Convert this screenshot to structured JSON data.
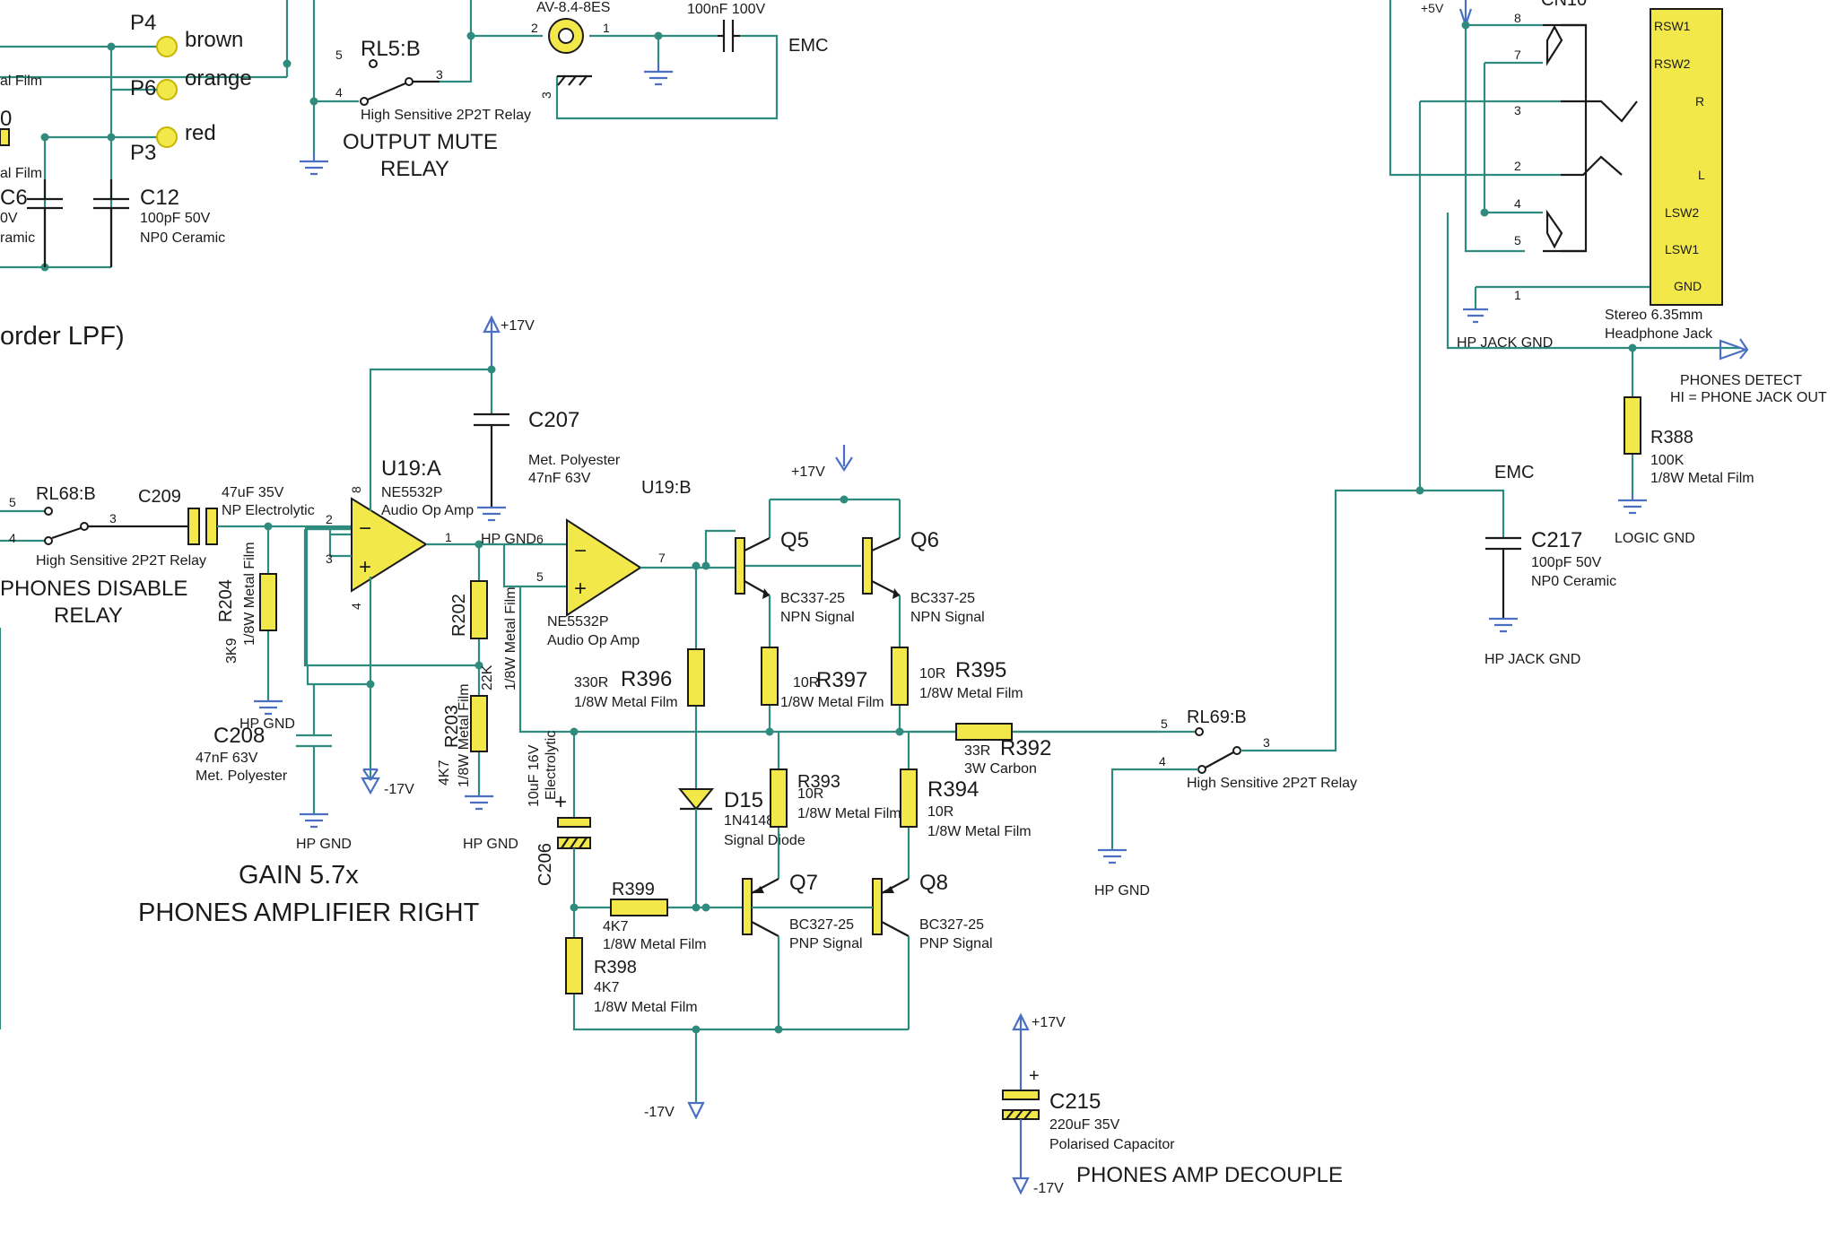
{
  "top_left": {
    "p4": "P4",
    "p6": "P6",
    "p3": "P3",
    "brown": "brown",
    "orange": "orange",
    "red": "red",
    "al_film_1": "al Film",
    "al_film_2": "al Film",
    "c6": "C6",
    "c6_v": "0V",
    "c6_type": "ramic",
    "zero": "0",
    "c12": "C12",
    "c12_val": "100pF 50V",
    "c12_type": "NP0 Ceramic"
  },
  "mute_relay": {
    "ref": "RL5:B",
    "pin5": "5",
    "pin4": "4",
    "pin3": "3",
    "type": "High Sensitive 2P2T Relay",
    "title_1": "OUTPUT MUTE",
    "title_2": "RELAY"
  },
  "av_jack": {
    "ref": "AV-8.4-8ES",
    "pin2": "2",
    "pin1": "1",
    "pin3": "3",
    "cap_val": "100nF 100V",
    "emc": "EMC"
  },
  "lpf_title": "order LPF)",
  "headphone_jack": {
    "plus5v": "+5V",
    "ref": "CN10",
    "pins": {
      "p8": "8",
      "p7": "7",
      "p3": "3",
      "p2": "2",
      "p4": "4",
      "p5": "5",
      "p1": "1"
    },
    "labels": [
      "RSW1",
      "RSW2",
      "R",
      "L",
      "LSW2",
      "LSW1",
      "GND"
    ],
    "name_1": "Stereo 6.35mm",
    "name_2": "Headphone Jack",
    "hp_jack_gnd": "HP JACK GND",
    "phones_detect_1": "PHONES DETECT",
    "phones_detect_2": "HI = PHONE JACK OUT"
  },
  "r388": {
    "ref": "R388",
    "val": "100K",
    "type": "1/8W Metal Film",
    "gnd": "LOGIC GND"
  },
  "c217": {
    "emc": "EMC",
    "ref": "C217",
    "val": "100pF 50V",
    "type": "NP0 Ceramic",
    "gnd": "HP JACK GND"
  },
  "phones_disable": {
    "ref": "RL68:B",
    "pin5": "5",
    "pin4": "4",
    "pin3": "3",
    "type": "High Sensitive 2P2T Relay",
    "title_1": "PHONES DISABLE",
    "title_2": "RELAY"
  },
  "c209": {
    "ref": "C209",
    "val": "47uF 35V",
    "type": "NP Electrolytic"
  },
  "r204": {
    "ref": "R204",
    "val": "3K9",
    "type": "1/8W Metal Film",
    "gnd": "HP GND"
  },
  "c208": {
    "ref": "C208",
    "val": "47nF 63V",
    "type": "Met. Polyester",
    "gnd": "HP GND"
  },
  "u19a": {
    "ref": "U19:A",
    "part": "NE5532P",
    "type": "Audio Op Amp",
    "pin2": "2",
    "pin3": "3",
    "pin1": "1",
    "pin8": "8",
    "pin4": "4",
    "plus17": "+17V",
    "minus17": "-17V"
  },
  "c207": {
    "ref": "C207",
    "type": "Met. Polyester",
    "val": "47nF 63V",
    "gnd": "HP GND"
  },
  "r202": {
    "ref": "R202",
    "val": "22K",
    "type": "1/8W Metal Film"
  },
  "r203": {
    "ref": "R203",
    "val": "4K7",
    "type": "1/8W Metal Film",
    "gnd": "HP GND"
  },
  "u19b": {
    "ref": "U19:B",
    "part": "NE5532P",
    "type": "Audio Op Amp",
    "pin6": "6",
    "pin5": "5",
    "pin7": "7"
  },
  "c206": {
    "ref": "C206",
    "val": "10uF 16V",
    "type": "Electrolytic",
    "plus": "+"
  },
  "r396": {
    "ref": "R396",
    "val": "330R",
    "type": "1/8W Metal Film"
  },
  "d15": {
    "ref": "D15",
    "part": "1N4148",
    "type": "Signal Diode"
  },
  "r399": {
    "ref": "R399",
    "val": "4K7",
    "type": "1/8W Metal Film"
  },
  "r398": {
    "ref": "R398",
    "val": "4K7",
    "type": "1/8W Metal Film"
  },
  "q5": {
    "ref": "Q5",
    "part": "BC337-25",
    "type": "NPN Signal"
  },
  "q6": {
    "ref": "Q6",
    "part": "BC337-25",
    "type": "NPN Signal"
  },
  "q7": {
    "ref": "Q7",
    "part": "BC327-25",
    "type": "PNP Signal"
  },
  "q8": {
    "ref": "Q8",
    "part": "BC327-25",
    "type": "PNP Signal"
  },
  "rail_plus17": "+17V",
  "rail_minus17": "-17V",
  "r397": {
    "ref": "R397",
    "val": "10R",
    "type": "1/8W Metal Film"
  },
  "r395": {
    "ref": "R395",
    "val": "10R",
    "type": "1/8W Metal Film"
  },
  "r393": {
    "ref": "R393",
    "val": "10R",
    "type": "1/8W Metal Film"
  },
  "r394": {
    "ref": "R394",
    "val": "10R",
    "type": "1/8W Metal Film"
  },
  "r392": {
    "ref": "R392",
    "val": "33R",
    "type": "3W Carbon"
  },
  "rl69": {
    "ref": "RL69:B",
    "pin5": "5",
    "pin4": "4",
    "pin3": "3",
    "type": "High Sensitive 2P2T Relay",
    "gnd": "HP GND"
  },
  "gain_title_1": "GAIN 5.7x",
  "gain_title_2": "PHONES AMPLIFIER RIGHT",
  "c215": {
    "ref": "C215",
    "val": "220uF 35V",
    "type": "Polarised Capacitor",
    "plus": "+",
    "plus17": "+17V",
    "minus17": "-17V",
    "title": "PHONES AMP DECOUPLE"
  },
  "colors": {
    "wire": "#2e8b7d",
    "part_fill": "#f3e84a",
    "rail": "#4a6fc4"
  }
}
